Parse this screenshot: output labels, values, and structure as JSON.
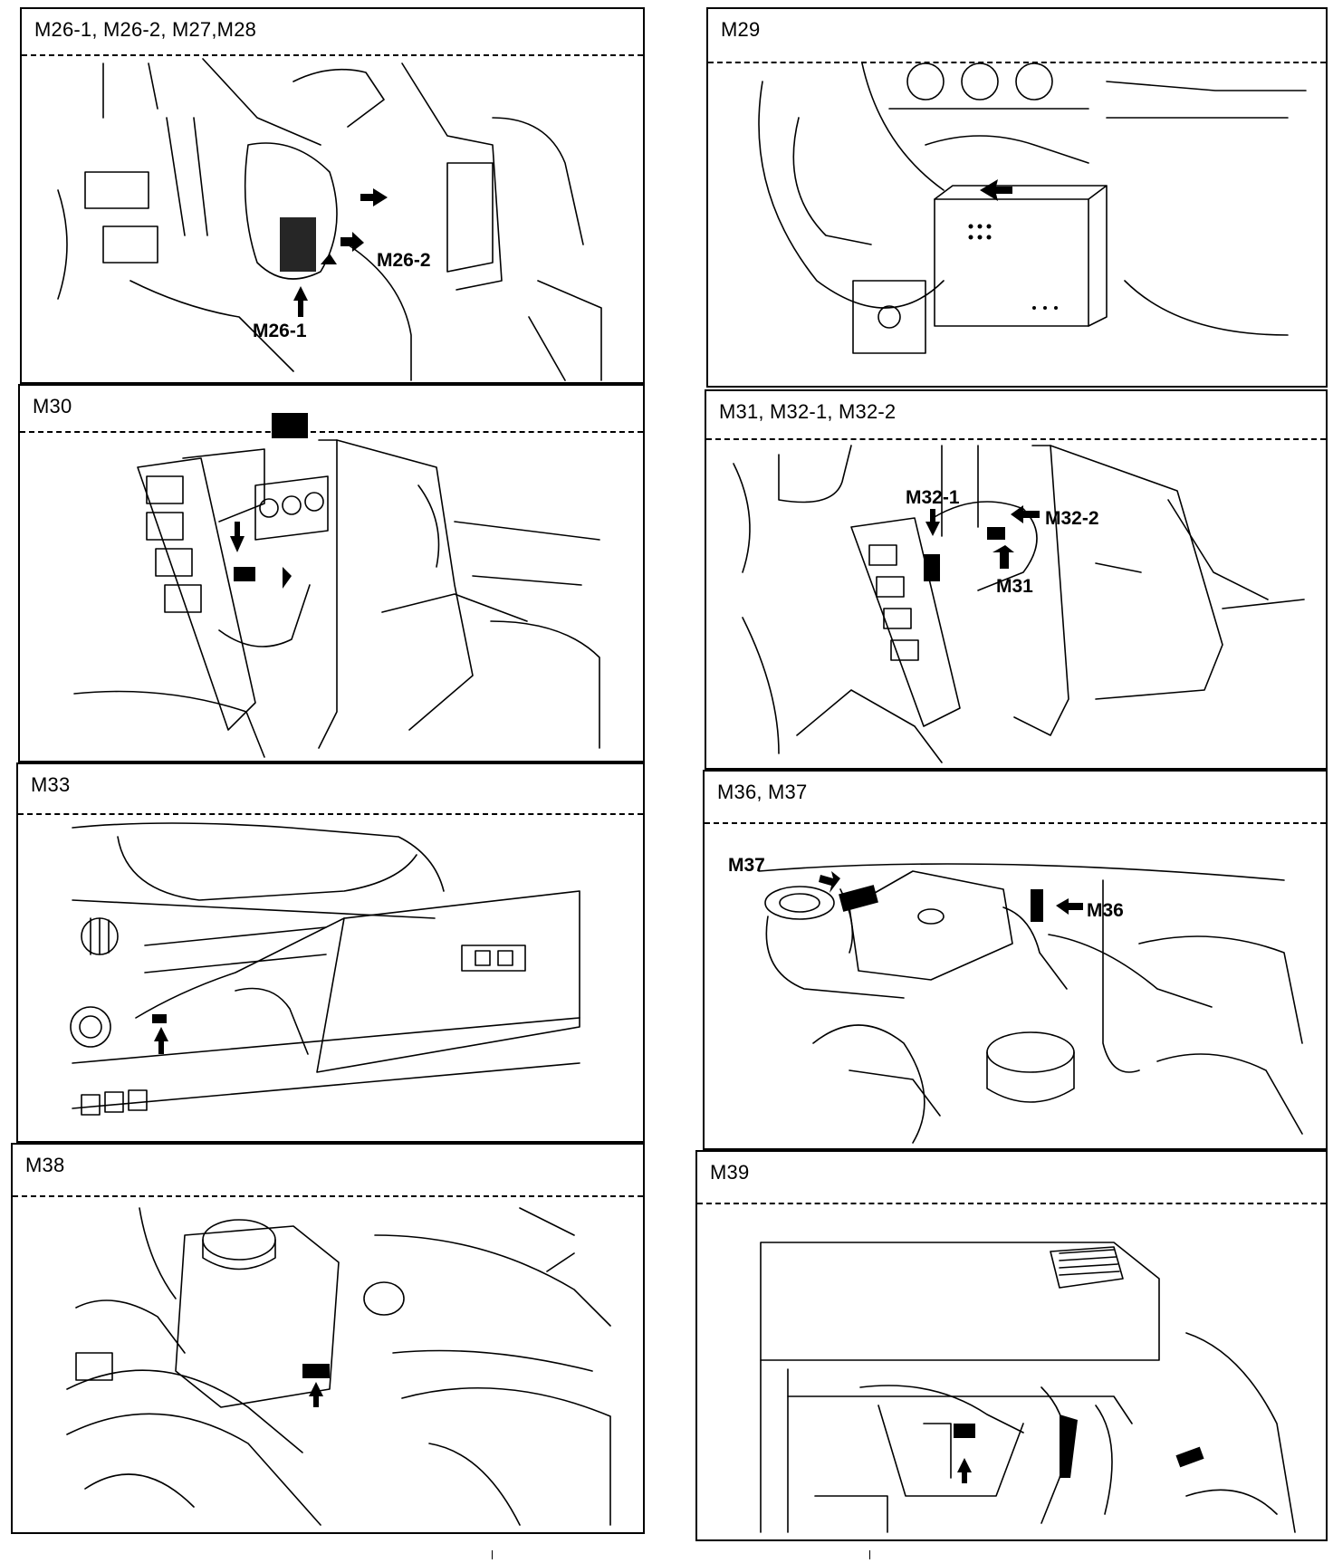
{
  "panels": [
    {
      "id": "p1",
      "title": "M26-1, M26-2, M27,M28",
      "callouts": [
        "M26-2",
        "M26-1"
      ]
    },
    {
      "id": "p2",
      "title": "M29",
      "callouts": []
    },
    {
      "id": "p3",
      "title": "M30",
      "callouts": []
    },
    {
      "id": "p4",
      "title": "M31, M32-1, M32-2",
      "callouts": [
        "M32-1",
        "M32-2",
        "M31"
      ]
    },
    {
      "id": "p5",
      "title": "M33",
      "callouts": []
    },
    {
      "id": "p6",
      "title": "M36, M37",
      "callouts": [
        "M37",
        "M36"
      ]
    },
    {
      "id": "p7",
      "title": "M38",
      "callouts": []
    },
    {
      "id": "p8",
      "title": "M39",
      "callouts": []
    }
  ]
}
